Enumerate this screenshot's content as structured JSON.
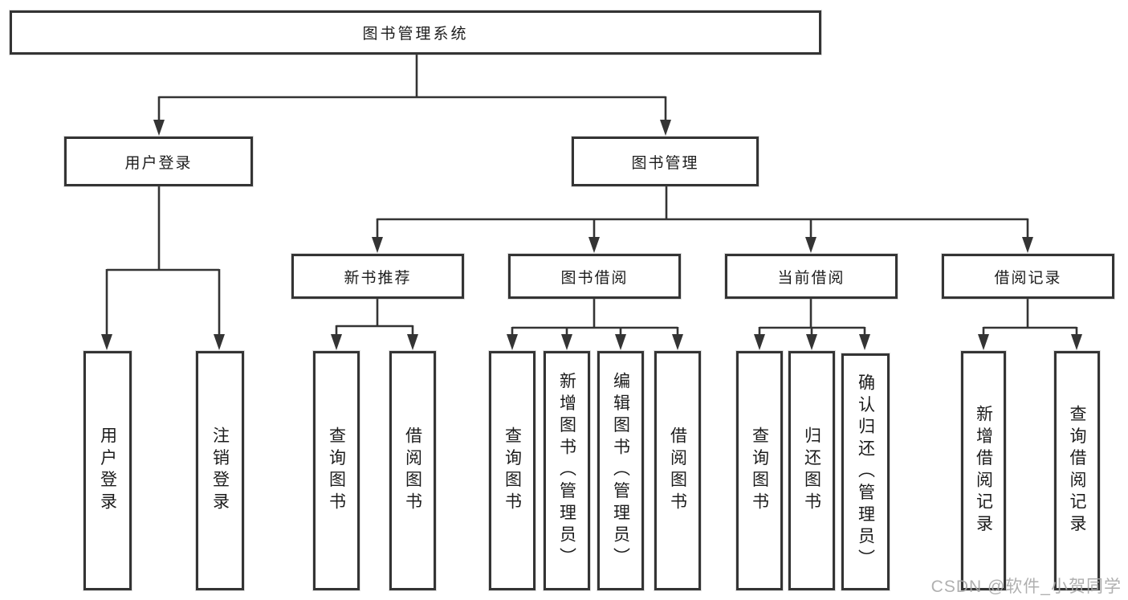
{
  "colors": {
    "line": "#343434",
    "text": "#1c1c1c",
    "background": "#ffffff",
    "watermark": "#a8a8a8"
  },
  "diagram": {
    "root": {
      "label": "图书管理系统"
    },
    "branches": {
      "user_login": {
        "label": "用户登录",
        "children": [
          "用户登录",
          "注销登录"
        ]
      },
      "book_management": {
        "label": "图书管理",
        "sections": [
          {
            "label": "新书推荐",
            "children": [
              "查询图书",
              "借阅图书"
            ]
          },
          {
            "label": "图书借阅",
            "children": [
              "查询图书",
              "新增图书（管理员）",
              "编辑图书（管理员）",
              "借阅图书"
            ]
          },
          {
            "label": "当前借阅",
            "children": [
              "查询图书",
              "归还图书",
              "确认归还（管理员）"
            ]
          },
          {
            "label": "借阅记录",
            "children": [
              "新增借阅记录",
              "查询借阅记录"
            ]
          }
        ]
      }
    }
  },
  "watermark": {
    "text": "CSDN @软件_小贺同学"
  }
}
